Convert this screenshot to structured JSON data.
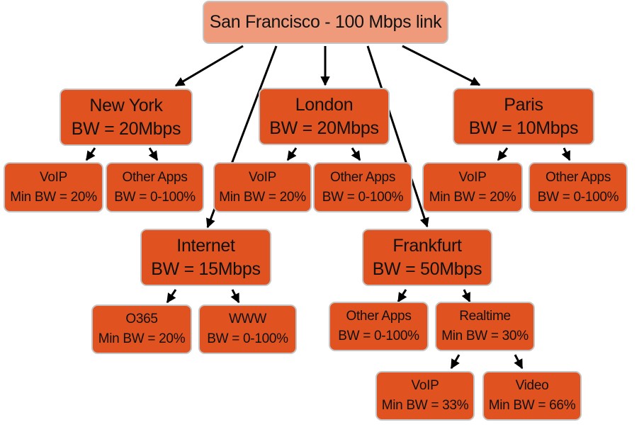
{
  "root": {
    "label": "San Francisco - 100 Mbps link"
  },
  "sites": {
    "new_york": {
      "name": "New York",
      "bw": "BW = 20Mbps",
      "children": [
        {
          "name": "VoIP",
          "bw": "Min BW = 20%"
        },
        {
          "name": "Other Apps",
          "bw": "BW = 0-100%"
        }
      ]
    },
    "london": {
      "name": "London",
      "bw": "BW = 20Mbps",
      "children": [
        {
          "name": "VoIP",
          "bw": "Min BW = 20%"
        },
        {
          "name": "Other Apps",
          "bw": "BW = 0-100%"
        }
      ]
    },
    "paris": {
      "name": "Paris",
      "bw": "BW = 10Mbps",
      "children": [
        {
          "name": "VoIP",
          "bw": "Min BW = 20%"
        },
        {
          "name": "Other Apps",
          "bw": "BW = 0-100%"
        }
      ]
    },
    "internet": {
      "name": "Internet",
      "bw": "BW = 15Mbps",
      "children": [
        {
          "name": "O365",
          "bw": "Min BW = 20%"
        },
        {
          "name": "WWW",
          "bw": "BW = 0-100%"
        }
      ]
    },
    "frankfurt": {
      "name": "Frankfurt",
      "bw": "BW = 50Mbps",
      "children": [
        {
          "name": "Other Apps",
          "bw": "BW = 0-100%"
        },
        {
          "name": "Realtime",
          "bw": "Min BW = 30%",
          "children": [
            {
              "name": "VoIP",
              "bw": "Min BW = 33%"
            },
            {
              "name": "Video",
              "bw": "Min BW = 66%"
            }
          ]
        }
      ]
    }
  },
  "colors": {
    "root_fill": "#ef9b7b",
    "node_fill": "#e0521f",
    "border": "#c4c4c4",
    "arrow": "#000000"
  }
}
